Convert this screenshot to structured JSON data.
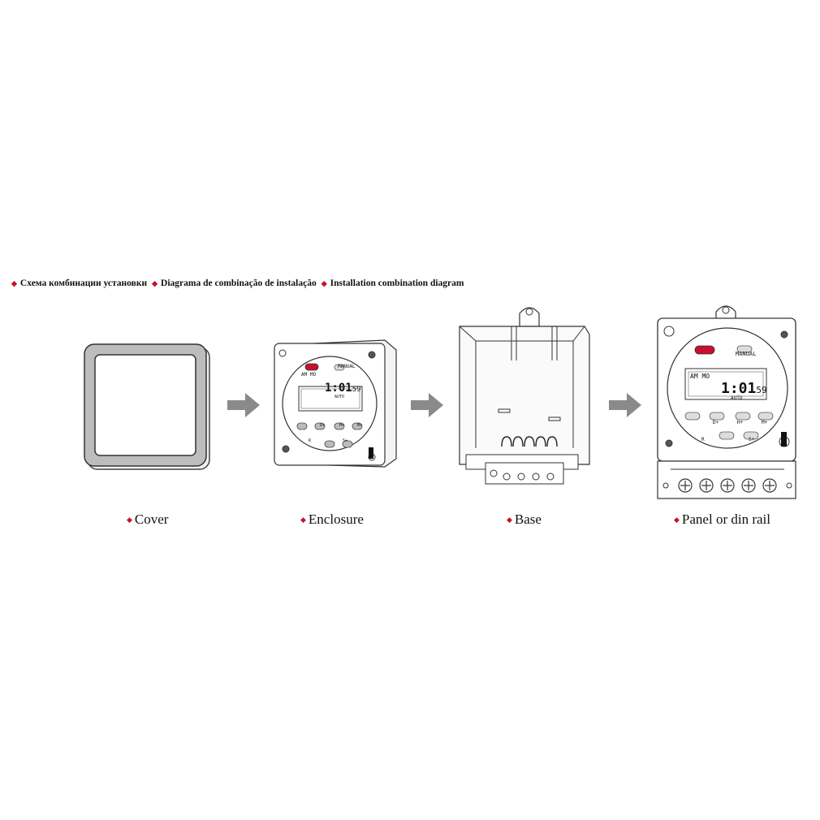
{
  "header": {
    "items": [
      "Схема комбинации установки",
      "Diagrama de combinação de instalação",
      "Installation combination diagram"
    ]
  },
  "steps": [
    {
      "label": "Cover"
    },
    {
      "label": "Enclosure"
    },
    {
      "label": "Base"
    },
    {
      "label": "Panel or din rail"
    }
  ],
  "timer_display": {
    "hours": "1:01",
    "seconds": "59",
    "am": "AM",
    "day": "MO",
    "mode": "AUTO",
    "manual": "MANUAL"
  },
  "buttons": {
    "row1": [
      "D+",
      "H+",
      "M+"
    ],
    "row2": [
      "R",
      "S+"
    ]
  },
  "colors": {
    "accent": "#c8102e",
    "arrow": "#8a8a8a",
    "outline": "#333333"
  }
}
